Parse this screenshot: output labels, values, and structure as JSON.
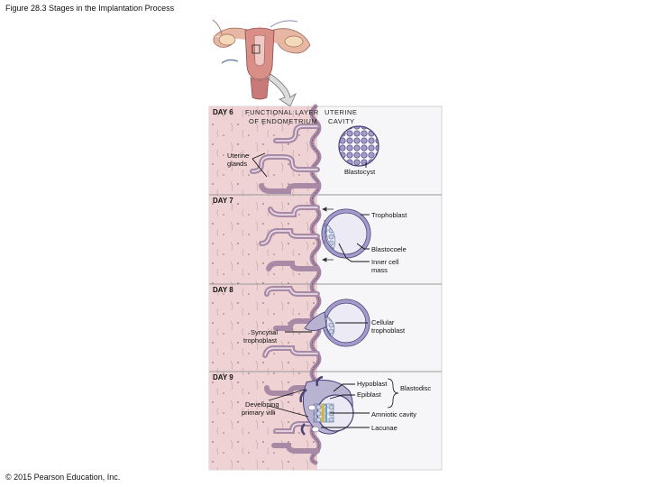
{
  "figure_title": "Figure 28.3 Stages in the Implantation Process",
  "copyright": "© 2015 Pearson Education, Inc.",
  "headers": {
    "functional_layer_line1": "FUNCTIONAL LAYER",
    "functional_layer_line2": "OF ENDOMETRIUM",
    "uterine_cavity_line1": "UTERINE",
    "uterine_cavity_line2": "CAVITY"
  },
  "days": [
    "DAY 6",
    "DAY 7",
    "DAY 8",
    "DAY 9"
  ],
  "labels": {
    "uterine_glands_line1": "Uterine",
    "uterine_glands_line2": "glands",
    "blastocyst": "Blastocyst",
    "trophoblast": "Trophoblast",
    "blastocoele": "Blastocoele",
    "inner_cell_mass_line1": "Inner cell",
    "inner_cell_mass_line2": "mass",
    "cellular_trophoblast_line1": "Cellular",
    "cellular_trophoblast_line2": "trophoblast",
    "syncytial_trophoblast_line1": "Syncytial",
    "syncytial_trophoblast_line2": "trophoblast",
    "hypoblast": "Hypoblast",
    "epiblast": "Epiblast",
    "blastodisc": "Blastodisc",
    "developing_villi_line1": "Developing",
    "developing_villi_line2": "primary villi",
    "amniotic_cavity": "Amniotic cavity",
    "lacunae": "Lacunae"
  },
  "colors": {
    "endometrium": "#efd2d3",
    "cavity": "#f6f6f8",
    "gland": "#a88aa6",
    "blastocyst": "#9a93c0",
    "panel_border": "#c8c8c8"
  }
}
